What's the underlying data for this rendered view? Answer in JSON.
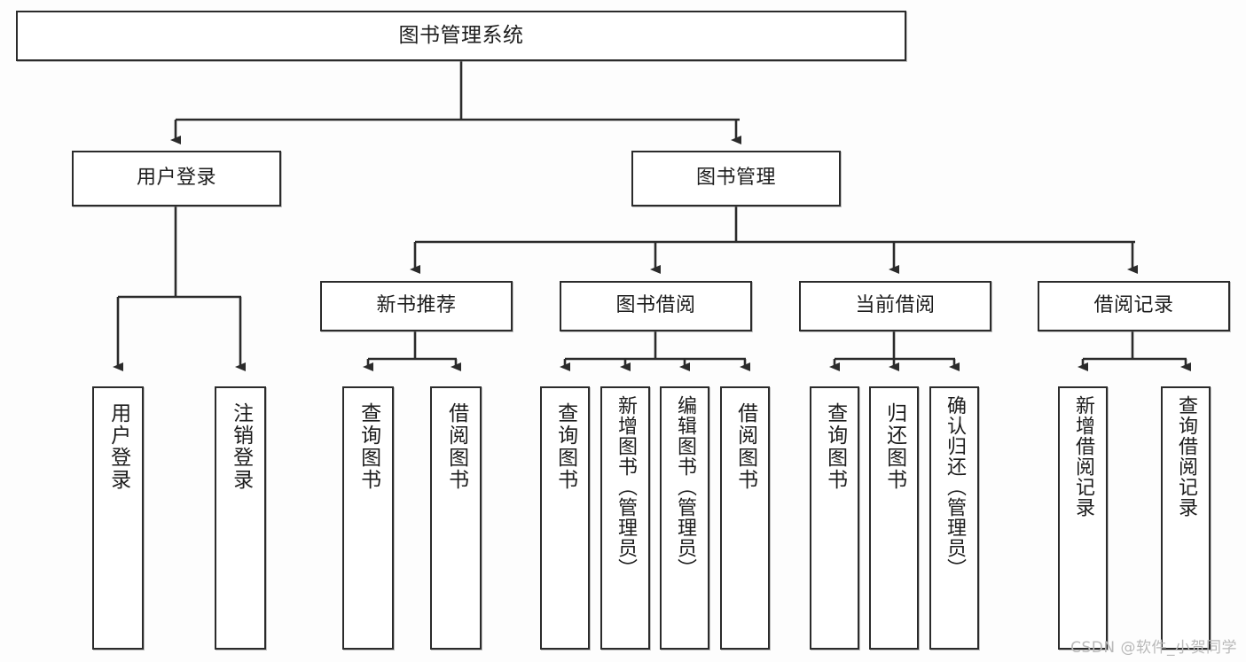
{
  "diagram": {
    "type": "tree-hierarchy",
    "title": "图书管理系统",
    "watermark": "CSDN @软件_小贺同学",
    "colors": {
      "stroke": "#2b2b2b",
      "fill": "#ffffff",
      "text": "#1d1d1d",
      "watermark": "#b9b9b9"
    },
    "levels": {
      "root": {
        "label": "图书管理系统"
      },
      "level2": [
        {
          "id": "user-login",
          "label": "用户登录"
        },
        {
          "id": "book-management",
          "label": "图书管理"
        }
      ],
      "level3": [
        {
          "id": "new-book-recommend",
          "label": "新书推荐"
        },
        {
          "id": "book-borrow",
          "label": "图书借阅"
        },
        {
          "id": "current-borrow",
          "label": "当前借阅"
        },
        {
          "id": "borrow-record",
          "label": "借阅记录"
        }
      ],
      "level4": [
        {
          "id": "leaf-user-login",
          "label": "用户登录",
          "parent": "user-login"
        },
        {
          "id": "leaf-logout",
          "label": "注销登录",
          "parent": "user-login"
        },
        {
          "id": "leaf-query-book-1",
          "label": "查询图书",
          "parent": "new-book-recommend"
        },
        {
          "id": "leaf-borrow-book-1",
          "label": "借阅图书",
          "parent": "new-book-recommend"
        },
        {
          "id": "leaf-query-book-2",
          "label": "查询图书",
          "parent": "book-borrow"
        },
        {
          "id": "leaf-add-book",
          "label": "新增图书（管理员）",
          "parent": "book-borrow"
        },
        {
          "id": "leaf-edit-book",
          "label": "编辑图书（管理员）",
          "parent": "book-borrow"
        },
        {
          "id": "leaf-borrow-book-2",
          "label": "借阅图书",
          "parent": "book-borrow"
        },
        {
          "id": "leaf-query-book-3",
          "label": "查询图书",
          "parent": "current-borrow"
        },
        {
          "id": "leaf-return-book",
          "label": "归还图书",
          "parent": "current-borrow"
        },
        {
          "id": "leaf-confirm-return",
          "label": "确认归还（管理员）",
          "parent": "current-borrow"
        },
        {
          "id": "leaf-add-record",
          "label": "新增借阅记录",
          "parent": "borrow-record"
        },
        {
          "id": "leaf-query-record",
          "label": "查询借阅记录",
          "parent": "borrow-record"
        }
      ]
    }
  }
}
